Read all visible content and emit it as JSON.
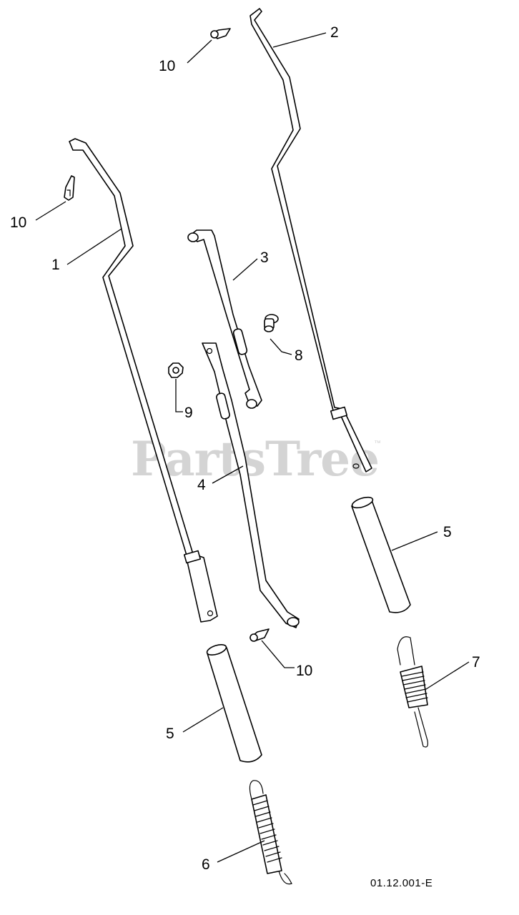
{
  "watermark": {
    "text": "PartsTree",
    "trademark": "™"
  },
  "figure_code": "01.12.001-E",
  "callouts": {
    "c10_top": "10",
    "c2": "2",
    "c10_left": "10",
    "c1": "1",
    "c3": "3",
    "c8": "8",
    "c9": "9",
    "c4": "4",
    "c5_right": "5",
    "c7": "7",
    "c10_bottom": "10",
    "c5_left": "5",
    "c6": "6"
  }
}
